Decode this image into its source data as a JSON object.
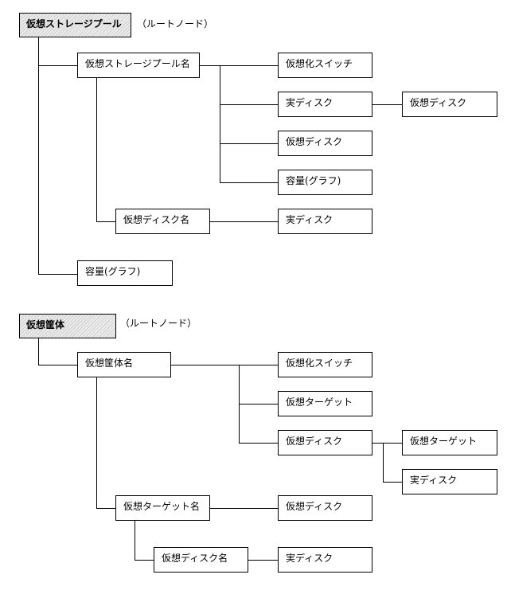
{
  "tree1": {
    "root": "仮想ストレージプール",
    "root_note": "（ルートノード）",
    "pool_name": "仮想ストレージプール名",
    "pool_children": [
      "仮想化スイッチ",
      "実ディスク",
      "仮想ディスク",
      "容量(グラフ)"
    ],
    "real_disk_child": "仮想ディスク",
    "vdisk_name": "仮想ディスク名",
    "vdisk_child": "実ディスク",
    "capacity": "容量(グラフ)"
  },
  "tree2": {
    "root": "仮想筐体",
    "root_note": "（ルートノード）",
    "chassis_name": "仮想筐体名",
    "chassis_children": [
      "仮想化スイッチ",
      "仮想ターゲット",
      "仮想ディスク"
    ],
    "vdisk_children": [
      "仮想ターゲット",
      "実ディスク"
    ],
    "target_name": "仮想ターゲット名",
    "target_child": "仮想ディスク",
    "target_vdisk_name": "仮想ディスク名",
    "target_vdisk_child": "実ディスク"
  }
}
